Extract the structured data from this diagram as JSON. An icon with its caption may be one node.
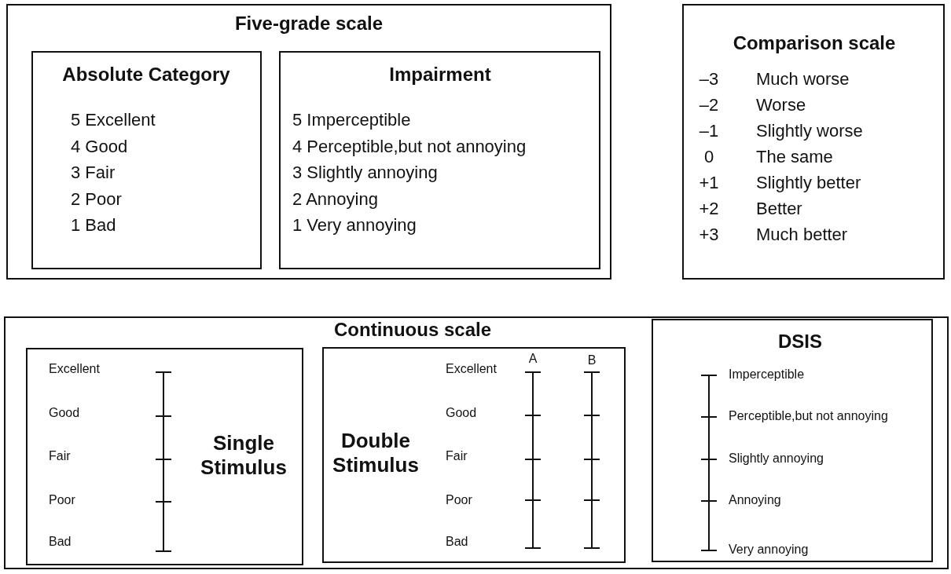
{
  "diagram": {
    "nodes": [
      {
        "text": [
          "Five-grade scale"
        ]
      },
      {
        "text": [
          "Absolute Category",
          "5 Excellent",
          "4 Good",
          "3 Fair",
          "2 Poor",
          "1 Bad"
        ],
        "in": 0
      },
      {
        "text": [
          "Impairment",
          "5 Imperceptible",
          "4 Perceptible,but not annoying",
          "3 Slightly annoying",
          "2 Annoying",
          "1 Very annoying"
        ],
        "in": 0
      },
      {
        "text": [
          "Comparison scale",
          "–3",
          "Much worse",
          "–2",
          "Worse",
          "–1",
          "Slightly worse",
          "0",
          "The same",
          "+1",
          "Slightly better",
          "+2",
          "Better",
          "+3",
          "Much better"
        ]
      },
      {
        "text": [
          "Continuous scale"
        ]
      },
      {
        "text": [
          "Excellent",
          "Good",
          "Fair",
          "Poor",
          "Bad",
          "Single Stimulus"
        ],
        "in": 4
      },
      {
        "text": [
          "Double Stimulus",
          "A",
          "B",
          "Excellent",
          "Good",
          "Fair",
          "Poor",
          "Bad"
        ],
        "in": 4
      },
      {
        "text": [
          "DSIS",
          "Imperceptible",
          "Perceptible,but not annoying",
          "Slightly annoying",
          "Annoying",
          "Very annoying"
        ],
        "in": 4
      }
    ]
  }
}
